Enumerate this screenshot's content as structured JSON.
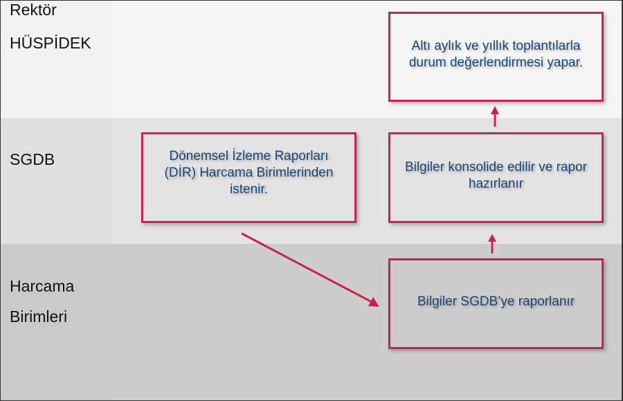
{
  "lanes": [
    {
      "label_lines": [
        "Rektör",
        "HÜSPİDEK"
      ]
    },
    {
      "label_lines": [
        "SGDB"
      ]
    },
    {
      "label_lines": [
        "Harcama",
        "Birimleri"
      ]
    }
  ],
  "boxes": {
    "top_review": "Altı aylık ve yıllık toplantılarla durum değerlendirmesi yapar.",
    "sgdb_request": "Dönemsel İzleme Raporları (DİR) Harcama Birimlerinden istenir.",
    "sgdb_consolidate": "Bilgiler konsolide edilir ve rapor hazırlanır",
    "units_report": "Bilgiler SGDB’ye raporlanır"
  },
  "colors": {
    "accent": "#c8234f",
    "text": "#1a4572"
  }
}
